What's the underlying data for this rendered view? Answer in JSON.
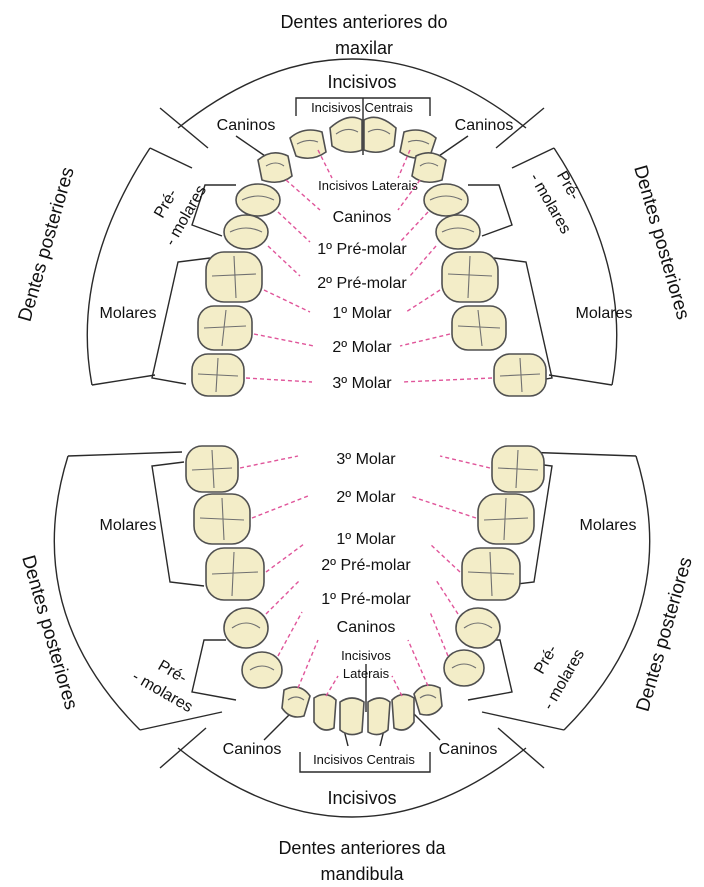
{
  "maxilla": {
    "anterior_heading": [
      "Dentes anteriores do",
      "maxilar"
    ],
    "incisivos": "Incisivos",
    "incisivos_centrais": "Incisivos Centrais",
    "incisivos_laterais": "Incisivos Laterais",
    "caninos_left": "Caninos",
    "caninos_right": "Caninos",
    "posteriores_left": "Dentes posteriores",
    "posteriores_right": "Dentes posteriores",
    "premolares_left": [
      "Pré-",
      "- molares"
    ],
    "premolares_right": [
      "Pré-",
      "- molares"
    ],
    "molares_left": "Molares",
    "molares_right": "Molares",
    "center_labels": [
      "Caninos",
      "1º Pré-molar",
      "2º Pré-molar",
      "1º Molar",
      "2º Molar",
      "3º Molar"
    ]
  },
  "mandible": {
    "center_labels": [
      "3º Molar",
      "2º Molar",
      "1º Molar",
      "2º Pré-molar",
      "1º Pré-molar",
      "Caninos"
    ],
    "incisivos_laterais": [
      "Incisivos",
      "Laterais"
    ],
    "incisivos_centrais": "Incisivos Centrais",
    "incisivos": "Incisivos",
    "caninos_left": "Caninos",
    "caninos_right": "Caninos",
    "molares_left": "Molares",
    "molares_right": "Molares",
    "premolares_left": [
      "Pré-",
      "- molares"
    ],
    "premolares_right": [
      "Pré-",
      "- molares"
    ],
    "posteriores_left": "Dentes posteriores",
    "posteriores_right": "Dentes posteriores",
    "anterior_heading": [
      "Dentes anteriores da",
      "mandibula"
    ]
  },
  "colors": {
    "tooth": "#f3edc8",
    "leader": "#e0559a",
    "outline": "#505050"
  }
}
